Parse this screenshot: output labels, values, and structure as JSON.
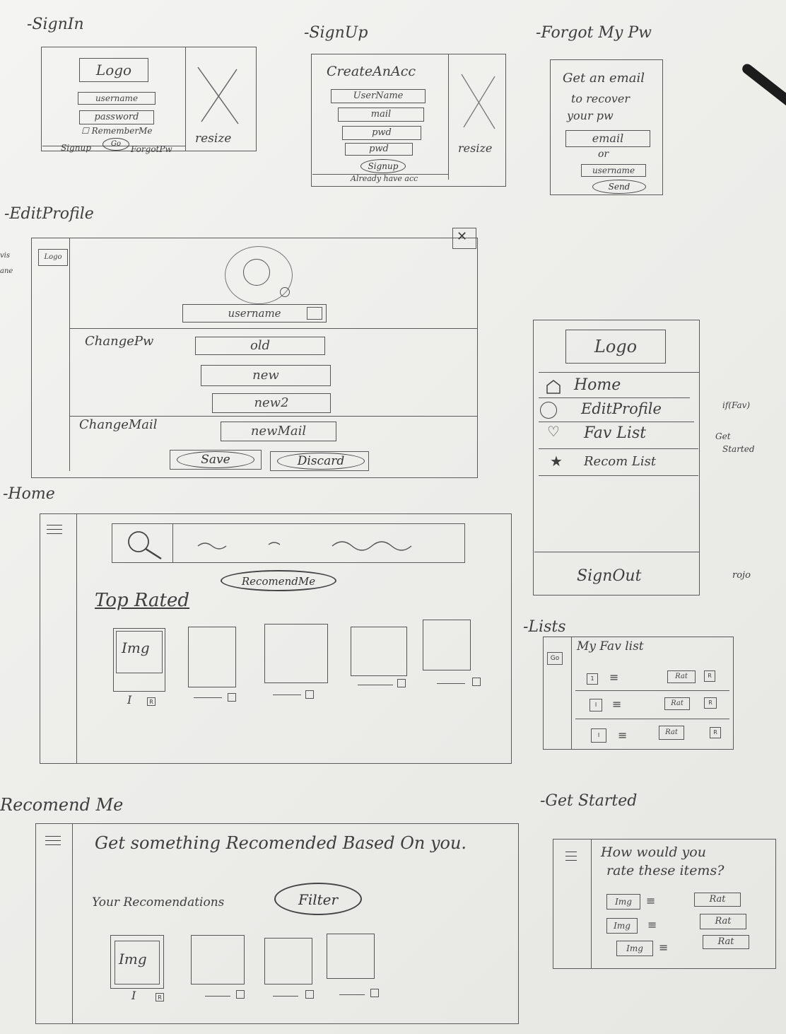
{
  "sections": {
    "signin": "-SignIn",
    "signup": "-SignUp",
    "forgot": "-Forgot My Pw",
    "edit_profile": "-EditProfile",
    "home": "-Home",
    "lists": "-Lists",
    "recommend": "Recomend Me",
    "get_started": "-Get Started"
  },
  "signin": {
    "logo": "Logo",
    "username": "username",
    "password": "password",
    "remember": "☐ RememberMe",
    "signup": "Signup",
    "go": "Go",
    "forgot": "ForgotPw",
    "resize": "resize"
  },
  "signup": {
    "title": "CreateAnAcc",
    "username": "UserName",
    "mail": "mail",
    "pwd1": "pwd",
    "pwd2": "pwd",
    "button": "Signup",
    "already": "Already have acc",
    "resize": "resize"
  },
  "forgot": {
    "text1": "Get an email",
    "text2": "to recover",
    "text3": "your pw",
    "email": "email",
    "or": "or",
    "username": "username",
    "send": "Send"
  },
  "edit_profile": {
    "logo": "Logo",
    "side_note": "vis",
    "side_note2": "ane",
    "close": "✕",
    "username": "username",
    "change_pw": "ChangePw",
    "old": "old",
    "new": "new",
    "new2": "new2",
    "change_mail": "ChangeMail",
    "new_mail": "newMail",
    "save": "Save",
    "discard": "Discard"
  },
  "menu": {
    "logo": "Logo",
    "items": [
      "Home",
      "EditProfile",
      "Fav List",
      "Recom List"
    ],
    "note_top": "if(Fav)",
    "note_bottom": "Get",
    "note_bottom2": "Started",
    "signout": "SignOut",
    "signout_note": "rojo"
  },
  "home": {
    "recommend_btn": "RecomendMe",
    "top_rated": "Top Rated",
    "img": "Img",
    "thumb_label": "I",
    "rate_mark": "R"
  },
  "lists": {
    "title": "My Fav list",
    "rows": [
      {
        "a": "1",
        "b": "Rat",
        "c": "R"
      },
      {
        "a": "I",
        "b": "Rat",
        "c": "R"
      },
      {
        "a": "I",
        "b": "Rat",
        "c": "R"
      }
    ],
    "icon": "Go"
  },
  "recommend": {
    "heading": "Get something Recomended Based On you.",
    "your": "Your Recomendations",
    "filter": "Filter",
    "img": "Img",
    "thumb_label": "I",
    "rate_mark": "R"
  },
  "get_started": {
    "q1": "How would you",
    "q2": "rate these items?",
    "img": "Img",
    "rate": "Rat"
  }
}
